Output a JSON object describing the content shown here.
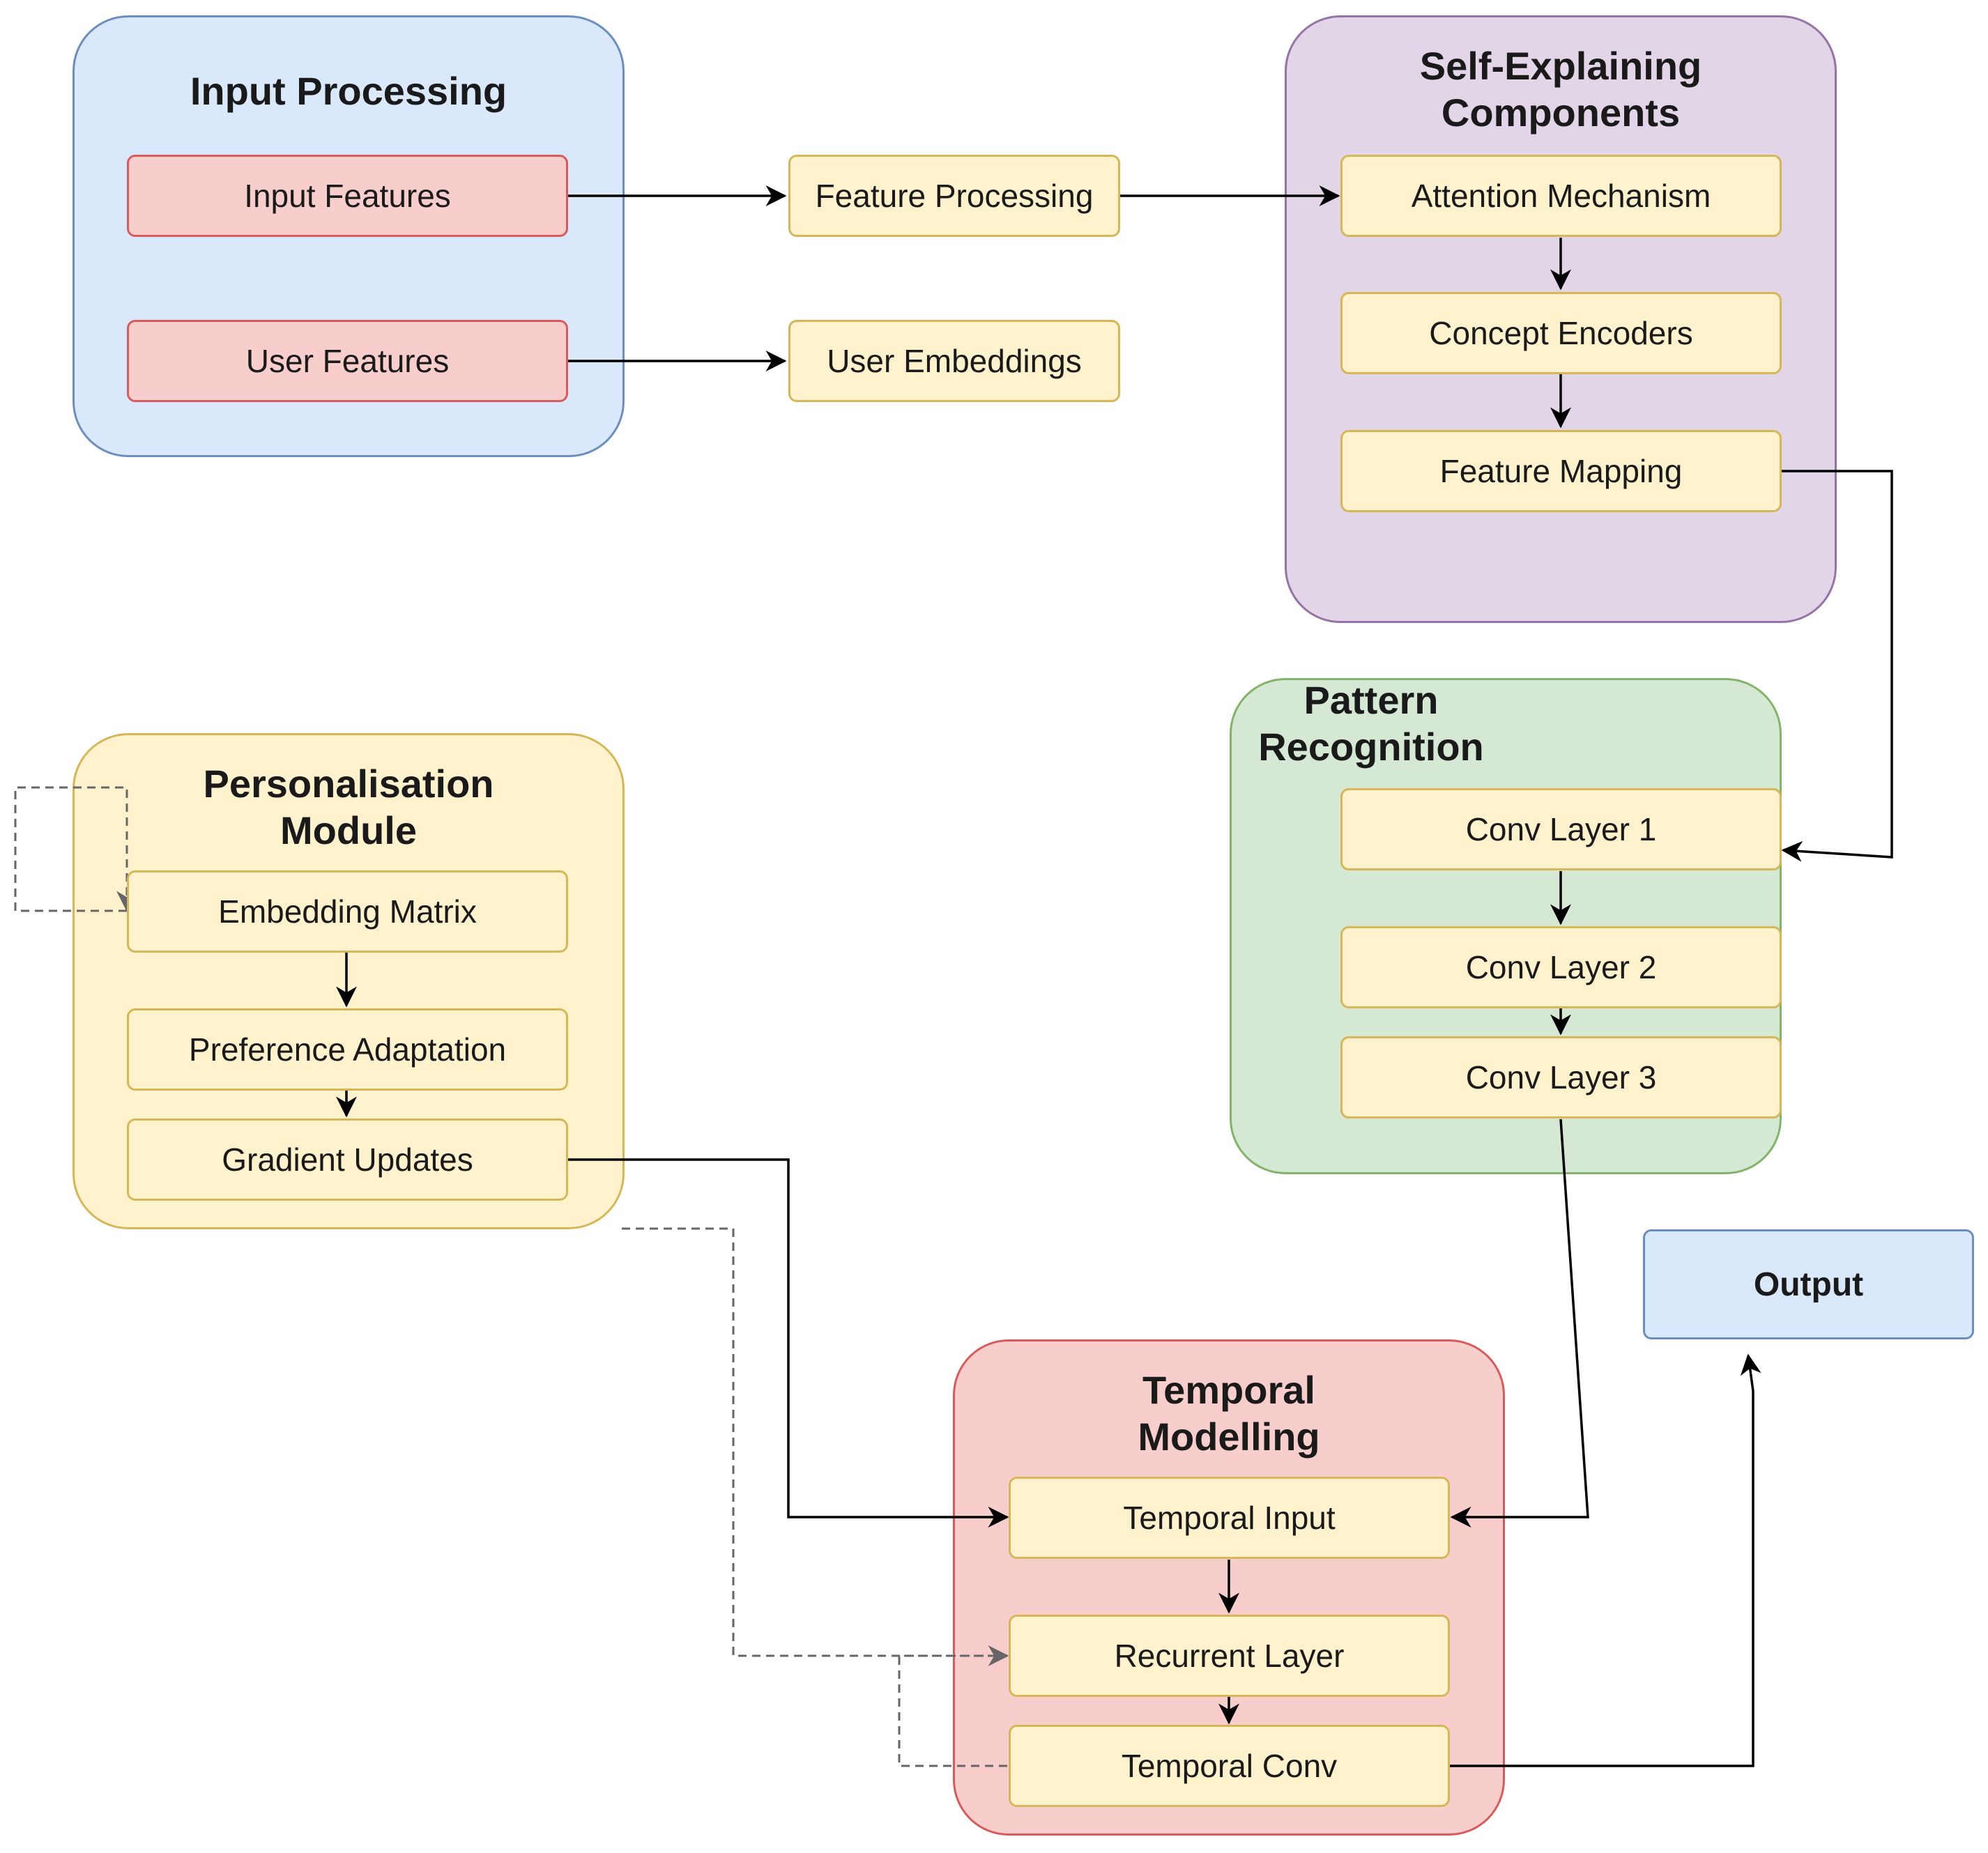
{
  "groups": {
    "input_processing": {
      "title": "Input Processing"
    },
    "self_explaining": {
      "title_line1": "Self-Explaining",
      "title_line2": "Components"
    },
    "pattern_recognition": {
      "title_line1": "Pattern",
      "title_line2": "Recognition"
    },
    "personalisation": {
      "title_line1": "Personalisation",
      "title_line2": "Module"
    },
    "temporal": {
      "title_line1": "Temporal",
      "title_line2": "Modelling"
    }
  },
  "nodes": {
    "input_features": "Input Features",
    "user_features": "User Features",
    "feature_processing": "Feature Processing",
    "user_embeddings": "User Embeddings",
    "attention_mechanism": "Attention Mechanism",
    "concept_encoders": "Concept Encoders",
    "feature_mapping": "Feature Mapping",
    "conv_layer_1": "Conv Layer 1",
    "conv_layer_2": "Conv Layer 2",
    "conv_layer_3": "Conv Layer 3",
    "embedding_matrix": "Embedding Matrix",
    "preference_adaptation": "Preference Adaptation",
    "gradient_updates": "Gradient Updates",
    "temporal_input": "Temporal Input",
    "recurrent_layer": "Recurrent Layer",
    "temporal_conv": "Temporal Conv",
    "output": "Output"
  },
  "colors": {
    "input_group_fill": "#dae8fc",
    "input_group_stroke": "#6c8ebf",
    "self_explaining_fill": "#e1d5e7",
    "self_explaining_stroke": "#9673a6",
    "pattern_fill": "#d5e8d4",
    "pattern_stroke": "#82b366",
    "personalisation_fill": "#fff2cc",
    "personalisation_stroke": "#d6b656",
    "temporal_fill": "#f8cecc",
    "temporal_stroke": "#d95a5a",
    "node_yellow_fill": "#fff2cc",
    "node_red_fill": "#f8cecc",
    "edge": "#000000",
    "dashed_edge": "#666666"
  }
}
